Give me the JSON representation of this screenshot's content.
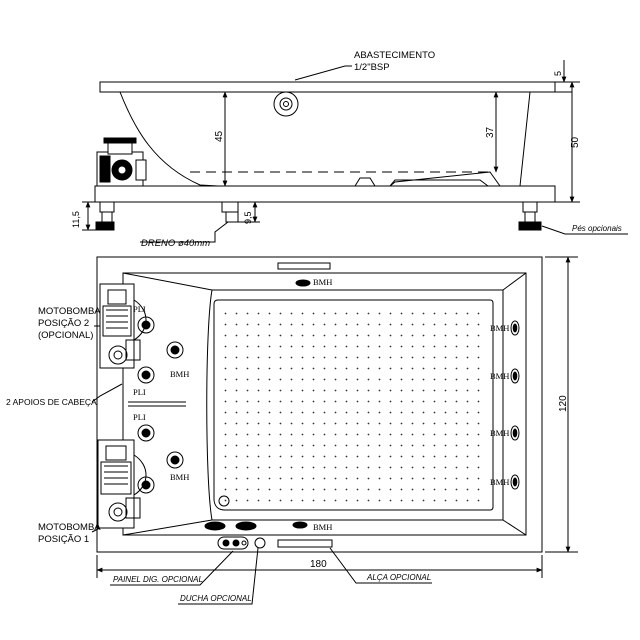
{
  "side_view": {
    "supply_label_line1": "ABASTECIMENTO",
    "supply_label_line2": "1/2\"BSP",
    "dim_rim": "5",
    "dim_total_height": "50",
    "dim_depth_left": "45",
    "dim_depth_right": "37",
    "dim_foot_height": "11,5",
    "dim_drain_height": "9,5",
    "drain_label": "DRENO ø40mm",
    "feet_label": "Pés opcionais"
  },
  "top_view": {
    "label_pump_pos2_line1": "MOTOBOMBA",
    "label_pump_pos2_line2": "POSIÇÃO 2",
    "label_pump_pos2_line3": "(OPCIONAL)",
    "label_headrests": "2 APOIOS DE CABEÇA",
    "label_pump_pos1_line1": "MOTOBOMBA",
    "label_pump_pos1_line2": "POSIÇÃO 1",
    "jet_label": "BMH",
    "pli_label": "PLI",
    "dim_width": "180",
    "dim_depth": "120",
    "label_panel": "PAINEL DIG. OPCIONAL",
    "label_shower": "DUCHA OPCIONAL",
    "label_handle": "ALÇA OPCIONAL"
  }
}
